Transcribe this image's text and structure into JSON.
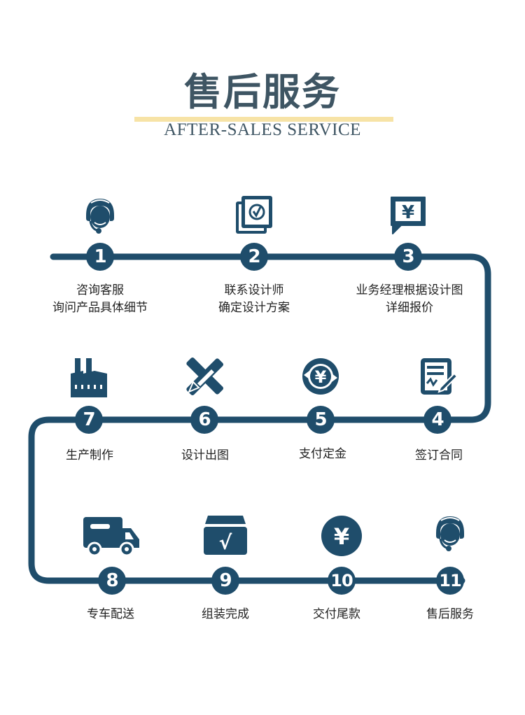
{
  "header": {
    "title": "售后服务",
    "subtitle": "AFTER-SALES SERVICE",
    "accent_color": "#f7e3a6",
    "title_color": "#3e5563"
  },
  "flow_color": "#1f4d6b",
  "steps": [
    {
      "number": "1",
      "icon": "customer-service-headset-icon",
      "line1": "咨询客服",
      "line2": "询问产品具体细节"
    },
    {
      "number": "2",
      "icon": "checked-documents-icon",
      "line1": "联系设计师",
      "line2": "确定设计方案"
    },
    {
      "number": "3",
      "icon": "yuan-quote-bubble-icon",
      "line1": "业务经理根据设计图",
      "line2": "详细报价"
    },
    {
      "number": "4",
      "icon": "signed-contract-icon",
      "line1": "签订合同",
      "line2": ""
    },
    {
      "number": "5",
      "icon": "yuan-exchange-icon",
      "line1": "支付定金",
      "line2": ""
    },
    {
      "number": "6",
      "icon": "pencil-ruler-icon",
      "line1": "设计出图",
      "line2": ""
    },
    {
      "number": "7",
      "icon": "factory-icon",
      "line1": "生产制作",
      "line2": ""
    },
    {
      "number": "8",
      "icon": "delivery-truck-icon",
      "line1": "专车配送",
      "line2": ""
    },
    {
      "number": "9",
      "icon": "assembly-box-check-icon",
      "line1": "组装完成",
      "line2": ""
    },
    {
      "number": "10",
      "icon": "yuan-coin-icon",
      "line1": "交付尾款",
      "line2": ""
    },
    {
      "number": "11",
      "icon": "customer-service-headset-icon",
      "line1": "售后服务",
      "line2": ""
    }
  ]
}
